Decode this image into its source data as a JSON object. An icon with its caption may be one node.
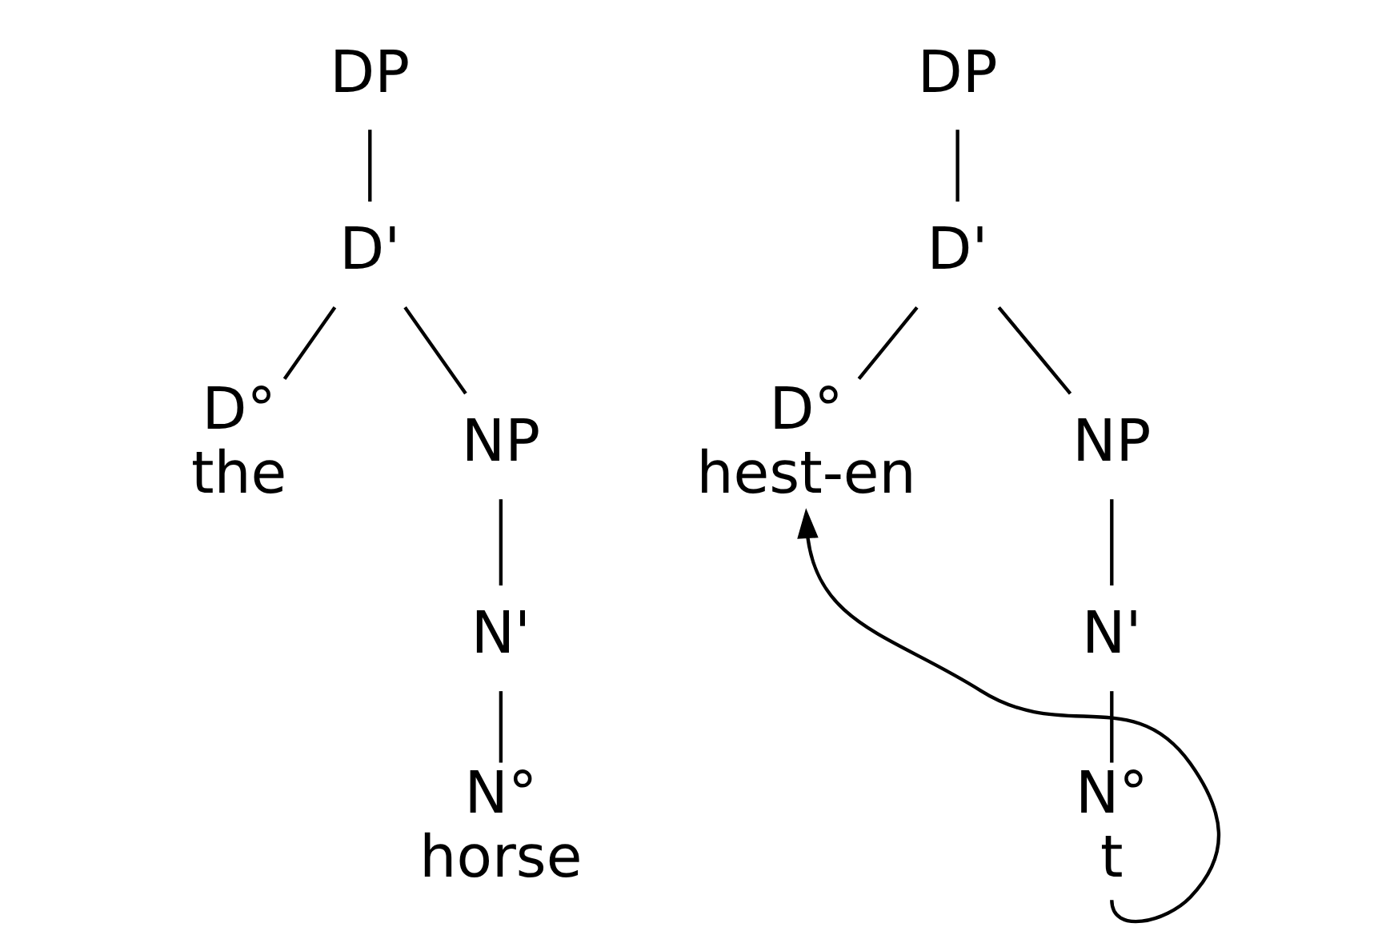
{
  "diagram": {
    "nodes": [
      {
        "text": [
          "DP"
        ]
      },
      {
        "text": [
          "D'"
        ]
      },
      {
        "text": [
          "D°",
          "the"
        ]
      },
      {
        "text": [
          "NP"
        ]
      },
      {
        "text": [
          "N'"
        ]
      },
      {
        "text": [
          "N°",
          "horse"
        ]
      },
      {
        "text": [
          "DP"
        ]
      },
      {
        "text": [
          "D'"
        ]
      },
      {
        "text": [
          "D°",
          "hest-en"
        ]
      },
      {
        "text": [
          "NP"
        ]
      },
      {
        "text": [
          "N'"
        ]
      },
      {
        "text": [
          "N°",
          "t"
        ]
      }
    ],
    "edges": [
      {
        "from": 0,
        "to": 1,
        "arrow": "none"
      },
      {
        "from": 1,
        "to": 2,
        "arrow": "none"
      },
      {
        "from": 1,
        "to": 3,
        "arrow": "none"
      },
      {
        "from": 3,
        "to": 4,
        "arrow": "none"
      },
      {
        "from": 4,
        "to": 5,
        "arrow": "none"
      },
      {
        "from": 6,
        "to": 7,
        "arrow": "none"
      },
      {
        "from": 7,
        "to": 8,
        "arrow": "none"
      },
      {
        "from": 7,
        "to": 9,
        "arrow": "none"
      },
      {
        "from": 9,
        "to": 10,
        "arrow": "none"
      },
      {
        "from": 10,
        "to": 11,
        "arrow": "none"
      },
      {
        "from": 11,
        "to": 8,
        "arrow": "to"
      }
    ]
  }
}
